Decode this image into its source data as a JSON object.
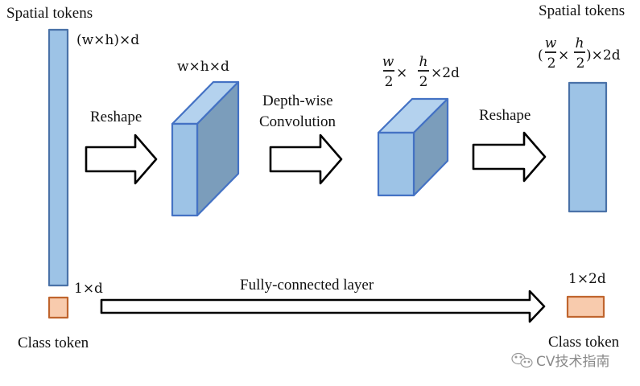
{
  "diagram": {
    "colors": {
      "token_fill": "#9dc3e6",
      "token_stroke": "#4a72a8",
      "cube_front": "#9dc3e6",
      "cube_top": "#b4d2ee",
      "cube_side": "#7b9dbb",
      "cube_stroke": "#4472c4",
      "class_fill": "#f8cbad",
      "class_stroke": "#c0652e",
      "arrow_fill": "#ffffff",
      "arrow_stroke": "#000000"
    },
    "labels": {
      "spatial_tokens_left": "Spatial tokens",
      "spatial_tokens_right": "Spatial tokens",
      "class_token_left": "Class token",
      "class_token_right": "Class token",
      "reshape_1": "Reshape",
      "depthwise_line1": "Depth-wise",
      "depthwise_line2": "Convolution",
      "reshape_2": "Reshape",
      "fully_connected": "Fully-connected layer"
    },
    "dims": {
      "input_tokens": "(w×h)×d",
      "feature_map": "w×h×d",
      "conv_out_w_num": "w",
      "conv_out_h_num": "h",
      "conv_out_den": "2",
      "times": "×",
      "conv_out_tail": "×2d",
      "output_tokens_open": "(",
      "output_tokens_close": ")×2d",
      "class_in": "1×d",
      "class_out": "1×2d"
    },
    "watermark": {
      "icon": "wechat-icon",
      "text": "CV技术指南"
    }
  }
}
